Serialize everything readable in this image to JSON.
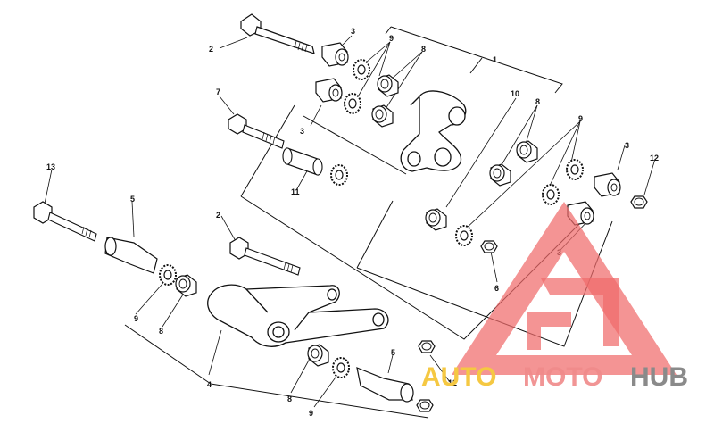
{
  "diagram": {
    "callouts": [
      {
        "id": "c1",
        "text": "1"
      },
      {
        "id": "c2a",
        "text": "2"
      },
      {
        "id": "c2b",
        "text": "2"
      },
      {
        "id": "c3a",
        "text": "3"
      },
      {
        "id": "c3b",
        "text": "3"
      },
      {
        "id": "c3c",
        "text": "3"
      },
      {
        "id": "c3d",
        "text": "3"
      },
      {
        "id": "c4",
        "text": "4"
      },
      {
        "id": "c5a",
        "text": "5"
      },
      {
        "id": "c5b",
        "text": "5"
      },
      {
        "id": "c6",
        "text": "6"
      },
      {
        "id": "c7",
        "text": "7"
      },
      {
        "id": "c8a",
        "text": "8"
      },
      {
        "id": "c8b",
        "text": "8"
      },
      {
        "id": "c8c",
        "text": "8"
      },
      {
        "id": "c8d",
        "text": "8"
      },
      {
        "id": "c9a",
        "text": "9"
      },
      {
        "id": "c9b",
        "text": "9"
      },
      {
        "id": "c9c",
        "text": "9"
      },
      {
        "id": "c9d",
        "text": "9"
      },
      {
        "id": "c10",
        "text": "10"
      },
      {
        "id": "c11",
        "text": "11"
      },
      {
        "id": "c12a",
        "text": "12"
      },
      {
        "id": "c12b",
        "text": "12"
      },
      {
        "id": "c13",
        "text": "13"
      }
    ]
  },
  "watermark": {
    "auto": "AUTO",
    "moto": "MOTO",
    "hub": "HUB",
    "colors": {
      "auto": "#f5c842",
      "moto": "#f08a8a",
      "hub": "#8a8a8a",
      "triangle": "#f06b6b"
    }
  }
}
